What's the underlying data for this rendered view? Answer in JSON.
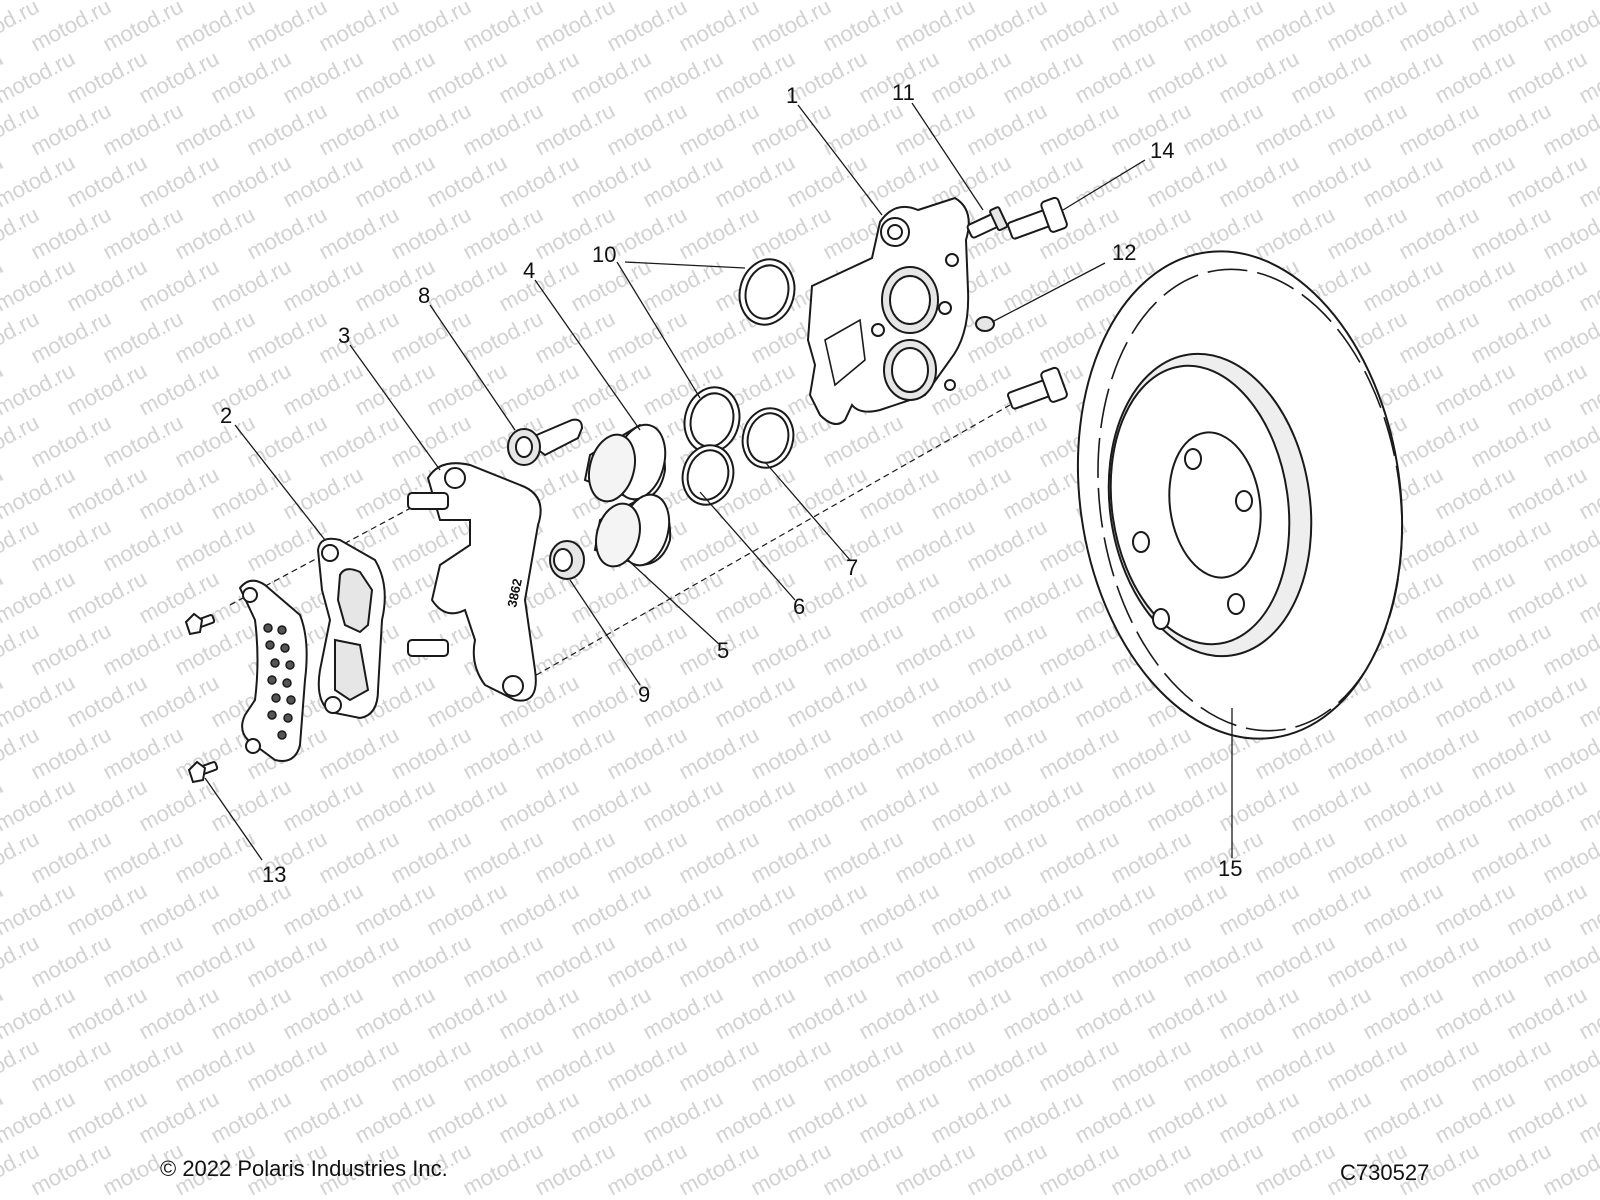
{
  "watermark_text": "motod.ru",
  "callouts": [
    "1",
    "2",
    "3",
    "4",
    "5",
    "6",
    "7",
    "8",
    "9",
    "10",
    "11",
    "12",
    "13",
    "14",
    "15"
  ],
  "bracket_stamp": "3862",
  "footer": {
    "copyright": "© 2022 Polaris Industries Inc.",
    "drawing_code": "C730527"
  }
}
